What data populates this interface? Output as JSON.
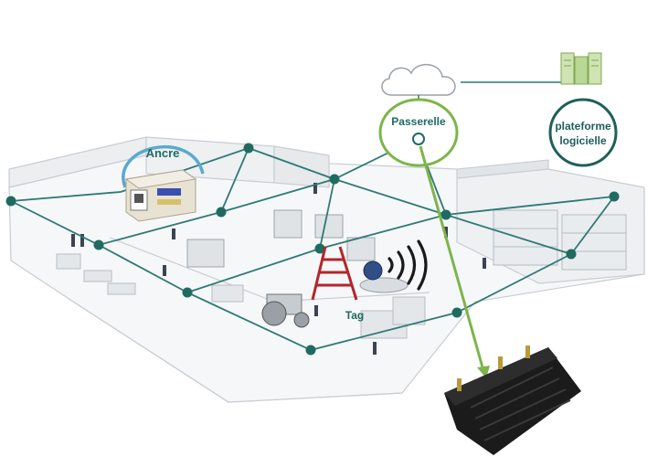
{
  "labels": {
    "anchor": "Ancre",
    "gateway": "Passerelle",
    "platform_line1": "plateforme",
    "platform_line2": "logicielle",
    "tag": "Tag"
  },
  "colors": {
    "network_line": "#2e7a74",
    "network_node": "#1f6b62",
    "gateway_ring": "#7db54a",
    "gateway_link": "#7db54a",
    "anchor_ring": "#5aa9cf",
    "platform_ring": "#1f5f5a",
    "ladder": "#b3262a",
    "building": "#c9cdd2",
    "cloud": "#9aa1a6",
    "server": "#9cc46d",
    "device": "#1b1b1b"
  },
  "icons": [
    "cloud-icon",
    "server-icon",
    "ladder-icon",
    "wifi-signal-icon",
    "anchor-device-icon",
    "gateway-router-icon"
  ]
}
